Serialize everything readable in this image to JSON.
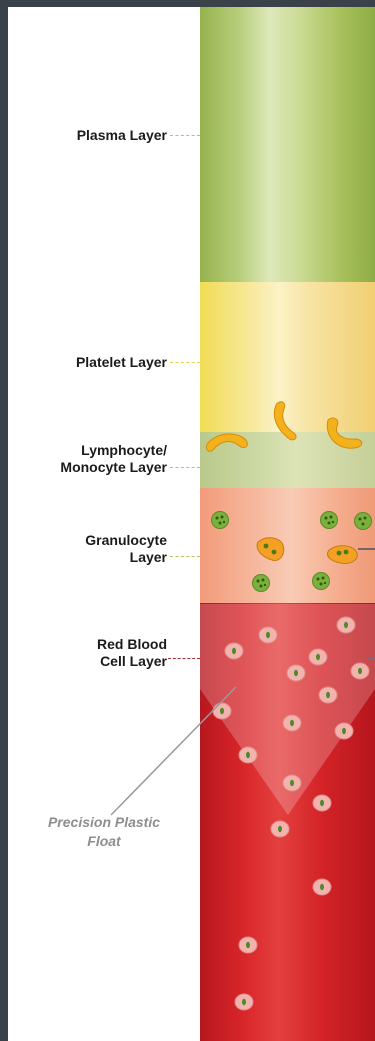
{
  "labels": {
    "plasma": "Plasma Layer",
    "platelet": "Platelet Layer",
    "lymphocyte": "Lymphocyte/\nMonocyte Layer",
    "granulocyte": "Granulocyte\nLayer",
    "red_blood_cell": "Red Blood\nCell Layer",
    "float": "Precision Plastic\nFloat"
  },
  "colors": {
    "background": "#3a4149",
    "plasma": "#a9c15c",
    "platelet": "#f3dc7a",
    "lymphocyte": "#c9d59c",
    "granulocyte": "#f5b196",
    "red_blood_cell": "#d32327",
    "platelet_cell": "#f3b21c",
    "granulocyte_cell": "#7bb03c",
    "red_cell": "#f2b3ae",
    "leader_green": "#b5c35a",
    "leader_yellow": "#e7d24a",
    "leader_red": "#a03034",
    "float_label": "#8e8e8e"
  }
}
